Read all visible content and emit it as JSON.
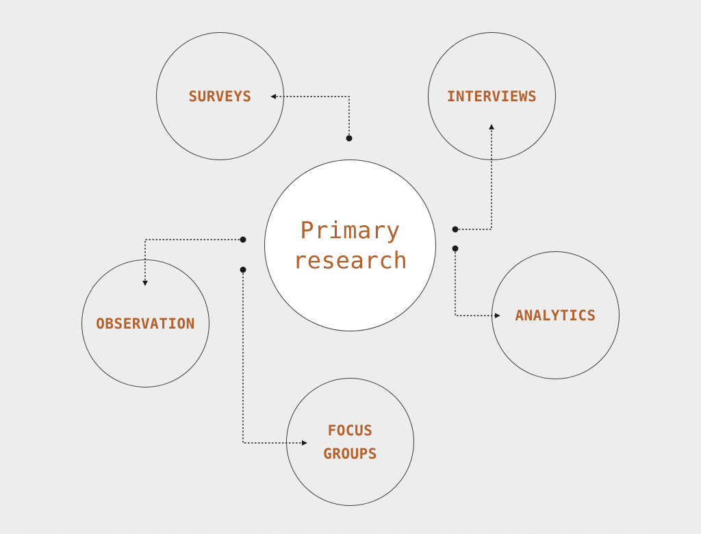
{
  "diagram": {
    "center": {
      "label": "Primary\nresearch"
    },
    "nodes": {
      "surveys": {
        "label": "SURVEYS"
      },
      "interviews": {
        "label": "INTERVIEWS"
      },
      "observation": {
        "label": "OBSERVATION"
      },
      "analytics": {
        "label": "ANALYTICS"
      },
      "focus_groups": {
        "label": "FOCUS\nGROUPS"
      }
    }
  },
  "colors": {
    "label": "#b5602a",
    "outline": "#3a3a3a",
    "background": "#ededed",
    "center_fill": "#ffffff",
    "connector": "#1a1a1a"
  }
}
